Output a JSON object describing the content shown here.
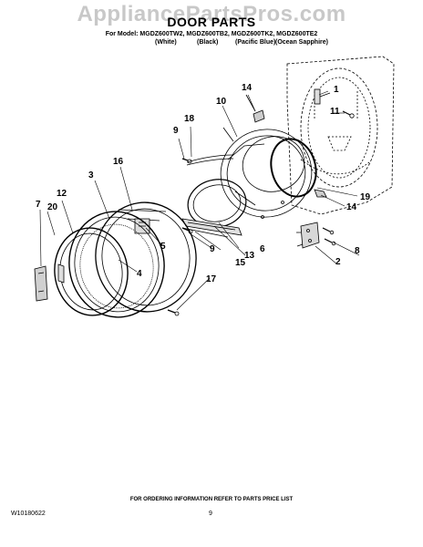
{
  "watermark": "AppliancePartsPros.com",
  "title": "DOOR PARTS",
  "model_line": "For Model: MGDZ600TW2, MGDZ600TB2, MGDZ600TK2, MGDZ600TE2",
  "colors": [
    "(White)",
    "(Black)",
    "(Pacific Blue)",
    "(Ocean Sapphire)"
  ],
  "callouts": [
    "1",
    "2",
    "3",
    "4",
    "5",
    "6",
    "7",
    "8",
    "9",
    "9",
    "10",
    "11",
    "12",
    "13",
    "14",
    "14",
    "15",
    "16",
    "17",
    "18",
    "19",
    "20"
  ],
  "footer": "FOR ORDERING INFORMATION REFER TO PARTS PRICE LIST",
  "doc_number": "W10180622",
  "page_number": "9"
}
